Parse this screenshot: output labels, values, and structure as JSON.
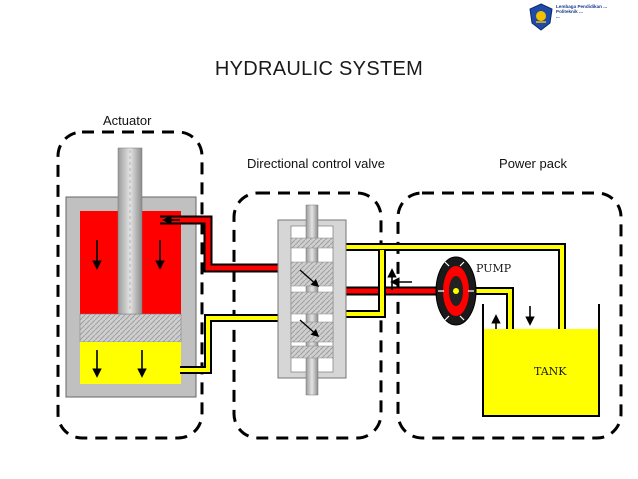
{
  "title": "HYDRAULIC SYSTEM",
  "labels": {
    "actuator": "Actuator",
    "directional_control_valve": "Directional control valve",
    "power_pack": "Power pack"
  },
  "component_labels": {
    "pump": "PUMP",
    "tank": "TANK"
  },
  "logo": {
    "lines": [
      "Lembaga Pendidikan ...",
      "Politeknik ...",
      "..."
    ]
  },
  "colors": {
    "pressure_fluid": "#ff0000",
    "return_fluid": "#ffff00",
    "cylinder_body": "#c0c0c0",
    "boundary": "#000000"
  }
}
